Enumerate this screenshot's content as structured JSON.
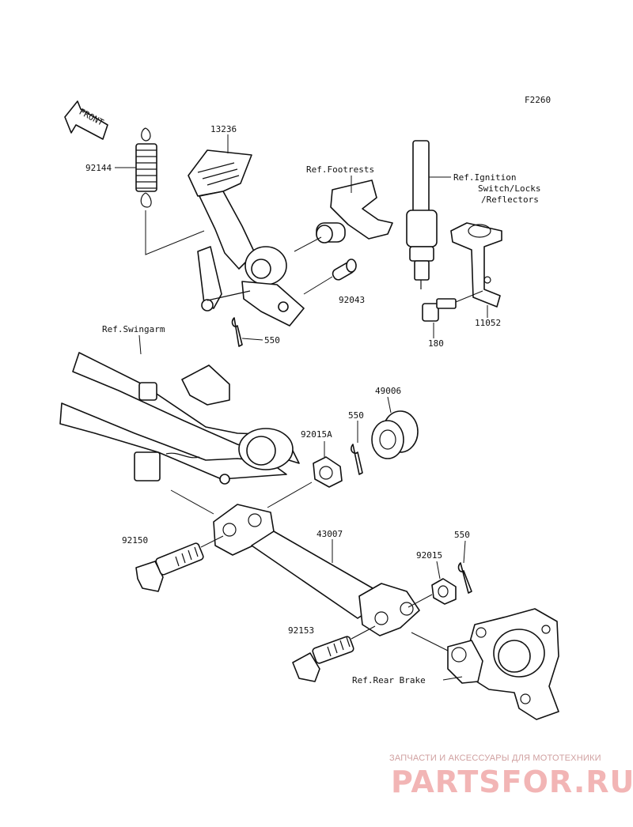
{
  "figure_code": "F2260",
  "front_arrow": "FRONT",
  "parts": {
    "p92144": "92144",
    "p13236": "13236",
    "p92043": "92043",
    "p550_a": "550",
    "p180": "180",
    "p11052": "11052",
    "p49006": "49006",
    "p550_b": "550",
    "p92015A": "92015A",
    "p92150": "92150",
    "p43007": "43007",
    "p550_c": "550",
    "p92015": "92015",
    "p92153": "92153"
  },
  "refs": {
    "footrests": "Ref.Footrests",
    "ignition_1": "Ref.Ignition",
    "ignition_2": "Switch/Locks",
    "ignition_3": "/Reflectors",
    "swingarm": "Ref.Swingarm",
    "rear_brake": "Ref.Rear Brake"
  },
  "watermark": {
    "caption": "ЗАПЧАСТИ И АКСЕССУАРЫ ДЛЯ МОТОТЕХНИКИ",
    "logo": "PARTSFOR.RU"
  }
}
